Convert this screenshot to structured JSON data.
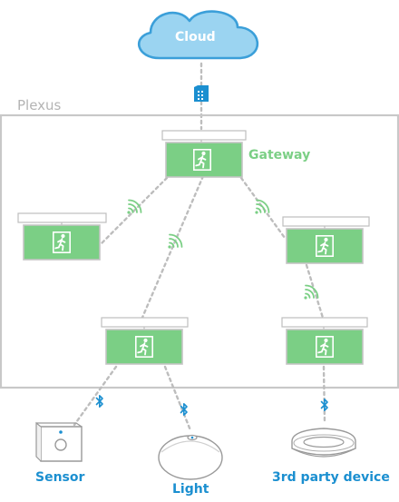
{
  "cloud": {
    "label": "Cloud"
  },
  "network": {
    "label": "Plexus"
  },
  "gateway": {
    "label": "Gateway"
  },
  "devices": {
    "sensor": "Sensor",
    "light": "Light",
    "third_party": "3rd party device"
  },
  "colors": {
    "cloud_fill": "#9bd4f1",
    "cloud_stroke": "#3b9fd9",
    "sign_green": "#7bcf85",
    "link_gray": "#bdbdbd",
    "bluetooth": "#1b8fd0",
    "frame_gray": "#c8c8c8",
    "device_stroke": "#9a9a9a"
  },
  "icons": {
    "sim": "sim-card-icon",
    "wireless": "wireless-signal-icon",
    "bluetooth": "bluetooth-icon",
    "exit": "running-man-exit-icon"
  }
}
